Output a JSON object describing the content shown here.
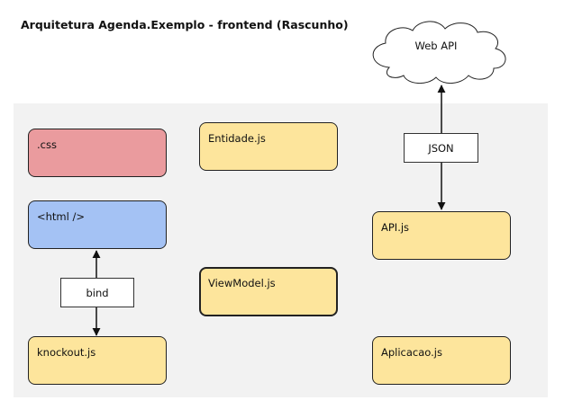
{
  "title": "Arquitetura Agenda.Exemplo - frontend (Rascunho)",
  "cloud": {
    "label": "Web API"
  },
  "boxes": {
    "css": ".css",
    "html": "<html />",
    "knockout": "knockout.js",
    "entidade": "Entidade.js",
    "viewmodel": "ViewModel.js",
    "api": "API.js",
    "aplicacao": "Aplicacao.js"
  },
  "connectors": {
    "bind": "bind",
    "json": "JSON"
  },
  "colors": {
    "yellow": "#fde59c",
    "red": "#ea9b9e",
    "blue": "#a4c2f4",
    "panel": "#f2f2f2"
  }
}
